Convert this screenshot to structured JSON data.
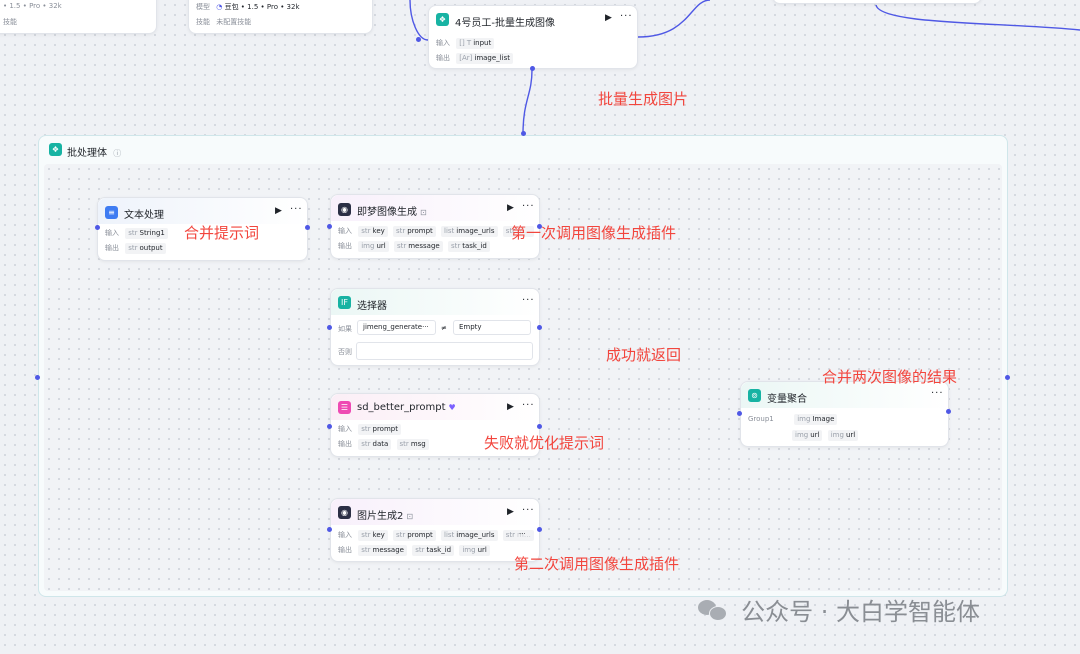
{
  "canvas": {
    "top_nodes": {
      "left1": {
        "meta": "• 1.5 • Pro • 32k",
        "skills": "技能"
      },
      "left2": {
        "model_label": "模型",
        "model_value": "豆包 • 1.5 • Pro • 32k",
        "skills_label": "技能",
        "skills_value": "未配置技能"
      },
      "employee": {
        "title": "4号员工-批量生成图像",
        "in_label": "输入",
        "in_value": "input",
        "in_type": "[] T",
        "out_label": "输出",
        "out_value": "image_list",
        "out_type": "[Ar]"
      }
    },
    "group": {
      "title": "批处理体",
      "info_icon": "ⓘ"
    },
    "nodes": {
      "text_process": {
        "title": "文本处理",
        "in_label": "输入",
        "in_type": "str",
        "in_value": "String1",
        "out_label": "输出",
        "out_type": "str",
        "out_value": "output"
      },
      "jimeng": {
        "title": "即梦图像生成",
        "in_label": "输入",
        "inputs": [
          {
            "type": "str",
            "name": "key"
          },
          {
            "type": "str",
            "name": "prompt"
          },
          {
            "type": "list",
            "name": "image_urls"
          },
          {
            "type": "str",
            "name": "m…"
          }
        ],
        "out_label": "输出",
        "outputs": [
          {
            "type": "img",
            "name": "url"
          },
          {
            "type": "str",
            "name": "message"
          },
          {
            "type": "str",
            "name": "task_id"
          }
        ]
      },
      "selector": {
        "title": "选择器",
        "if_label": "如果",
        "cond_left": "jimeng_generate···",
        "op": "≠",
        "cond_right": "Empty",
        "else_label": "否则"
      },
      "sd_prompt": {
        "title": "sd_better_prompt",
        "in_label": "输入",
        "in_type": "str",
        "in_value": "prompt",
        "out_label": "输出",
        "outputs": [
          {
            "type": "str",
            "name": "data"
          },
          {
            "type": "str",
            "name": "msg"
          }
        ]
      },
      "gen2": {
        "title": "图片生成2",
        "in_label": "输入",
        "inputs": [
          {
            "type": "str",
            "name": "key"
          },
          {
            "type": "str",
            "name": "prompt"
          },
          {
            "type": "list",
            "name": "image_urls"
          },
          {
            "type": "str",
            "name": "m…"
          }
        ],
        "in_more": "···",
        "out_label": "输出",
        "outputs": [
          {
            "type": "str",
            "name": "message"
          },
          {
            "type": "str",
            "name": "task_id"
          },
          {
            "type": "img",
            "name": "url"
          }
        ]
      },
      "aggregate": {
        "title": "变量聚合",
        "group_label": "Group1",
        "row1": [
          {
            "type": "img",
            "name": "Image"
          }
        ],
        "row2": [
          {
            "type": "img",
            "name": "url"
          },
          {
            "type": "img",
            "name": "url"
          }
        ]
      }
    },
    "annotations": {
      "batch": "批量生成图片",
      "merge_prompt": "合并提示词",
      "first_call": "第一次调用图像生成插件",
      "success": "成功就返回",
      "merge_results": "合并两次图像的结果",
      "fail": "失败就优化提示词",
      "second_call": "第二次调用图像生成插件"
    },
    "watermark": "公众号 · 大白学智能体",
    "controls": {
      "run": "▶",
      "more": "···"
    }
  },
  "colors": {
    "wire": "#4f58e5",
    "annotation": "#f2453d",
    "group_border": "#cfe6ea"
  }
}
